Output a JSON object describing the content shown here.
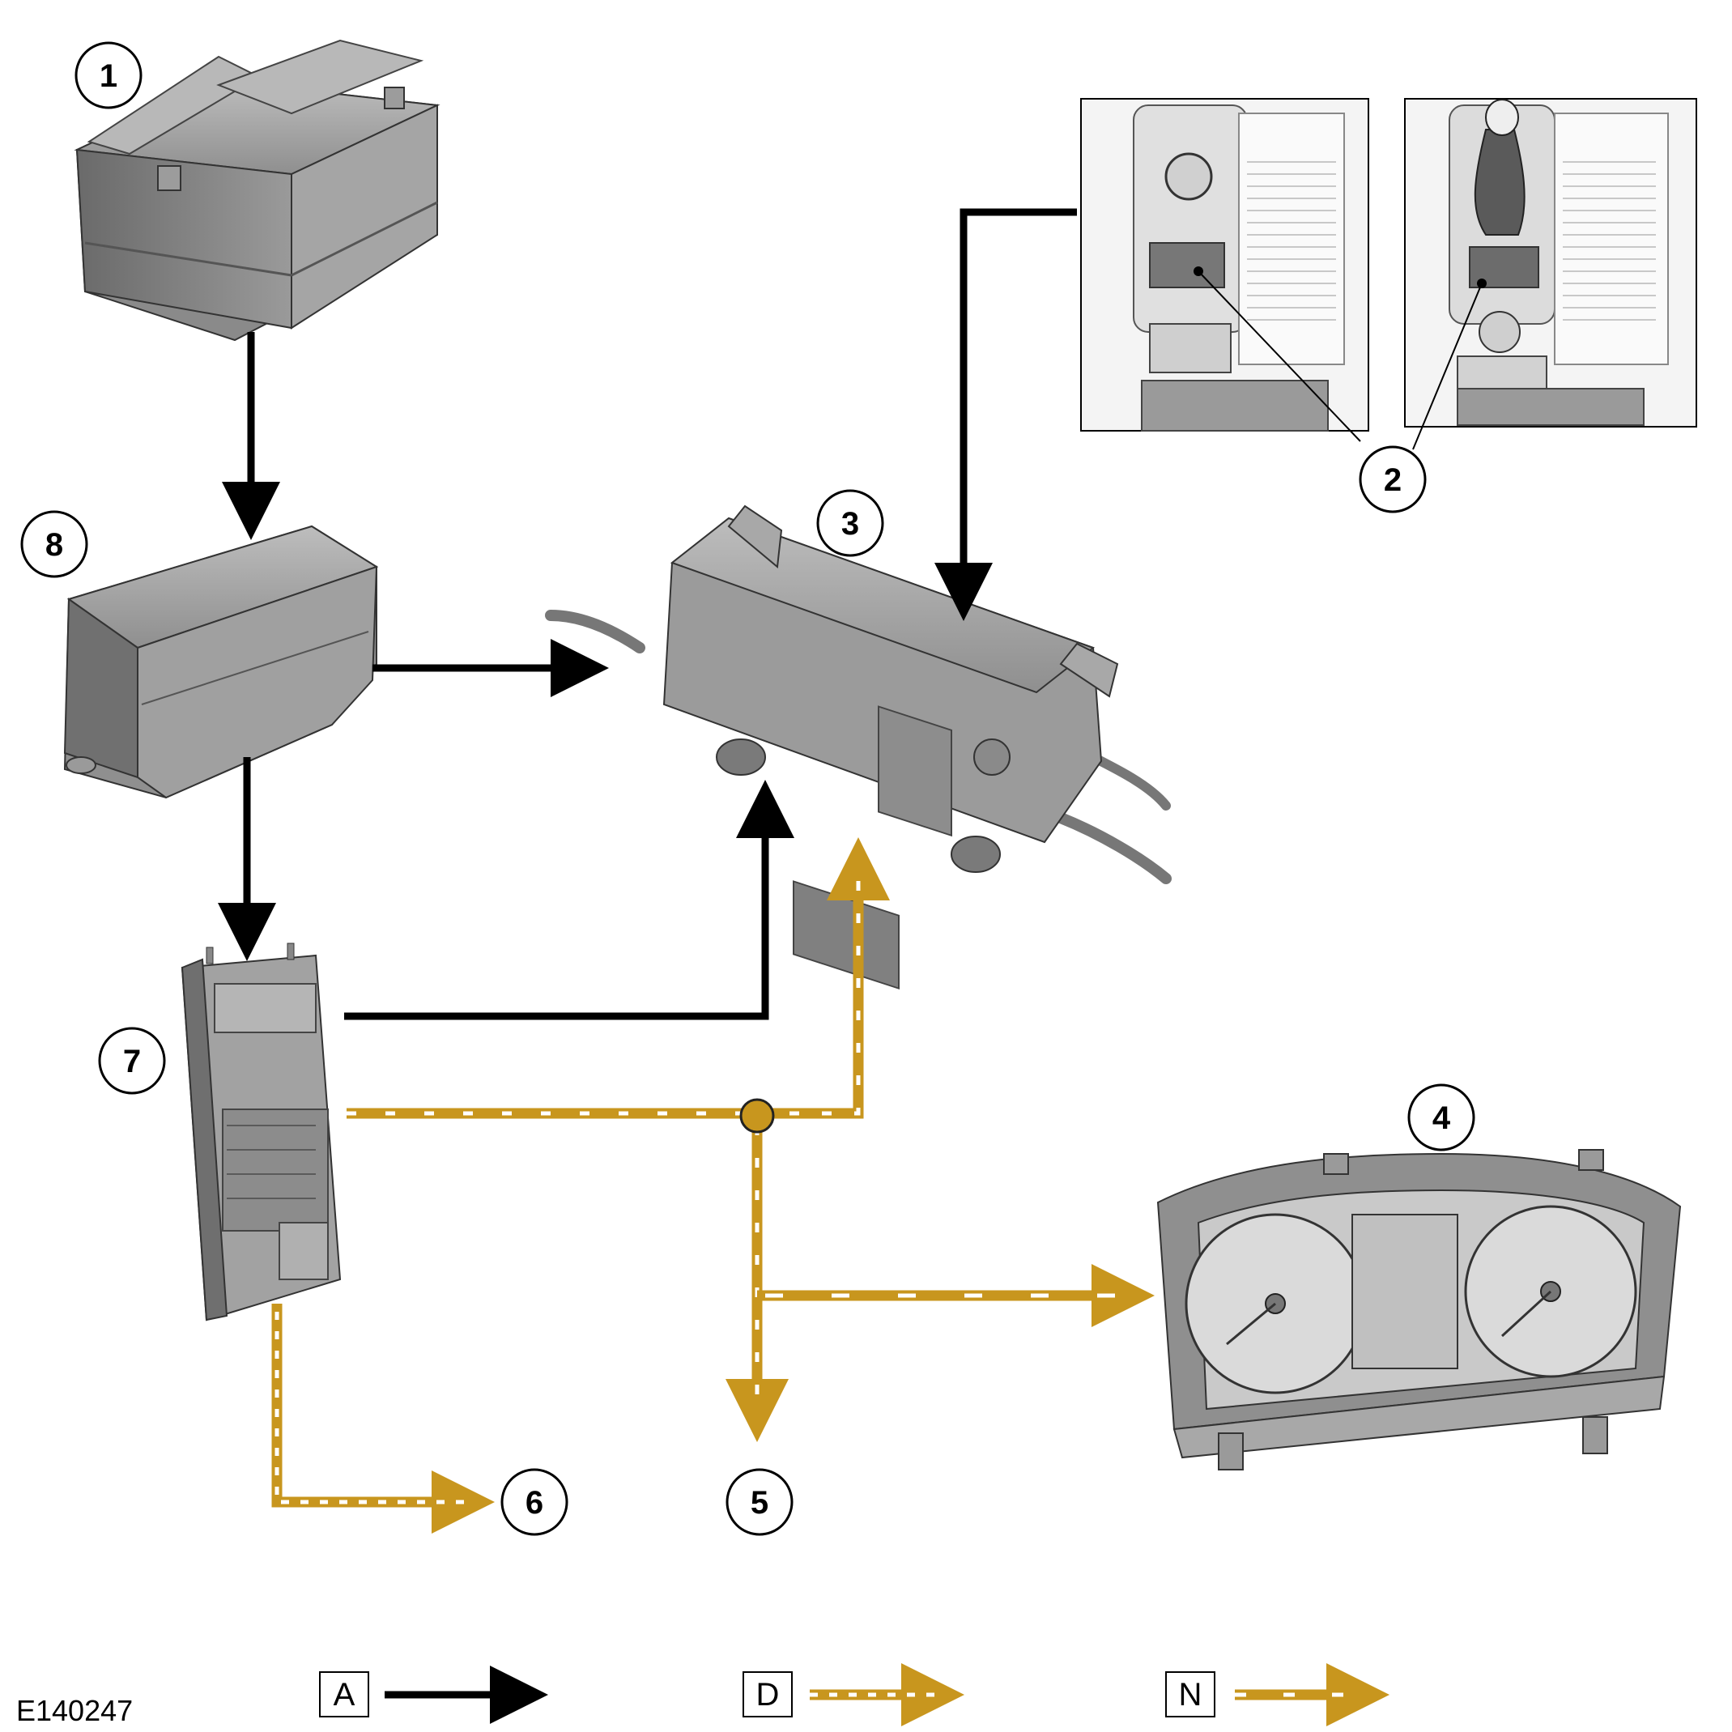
{
  "figure_id": "E140247",
  "callouts": [
    "1",
    "2",
    "3",
    "4",
    "5",
    "6",
    "7",
    "8"
  ],
  "legend": [
    {
      "key": "A",
      "line_style": "solid"
    },
    {
      "key": "D",
      "line_style": "dashed"
    },
    {
      "key": "N",
      "line_style": "dash-dot"
    }
  ],
  "colors": {
    "power_line": "#000000",
    "network_line": "#c8961e",
    "component_fill": "#9a9a9a",
    "component_dark": "#6e6e6e",
    "component_light": "#c4c4c4",
    "background": "#ffffff"
  }
}
